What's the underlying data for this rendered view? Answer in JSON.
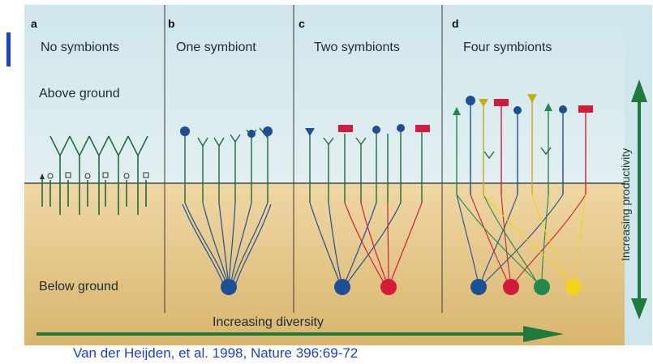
{
  "figure": {
    "panels": [
      {
        "letter": "a",
        "title": "No symbionts"
      },
      {
        "letter": "b",
        "title": "One symbiont"
      },
      {
        "letter": "c",
        "title": "Two symbionts"
      },
      {
        "letter": "d",
        "title": "Four symbionts"
      }
    ],
    "above_ground_label": "Above ground",
    "below_ground_label": "Below ground",
    "diversity_label": "Increasing diversity",
    "productivity_label": "Increasing productivity",
    "credit": "Van der Heijden, et al. 1998, Nature 396:69-72",
    "colors": {
      "sky": "#d6e9ee",
      "soil": "#e3c48a",
      "arrow": "#1e7a3a",
      "blue": "#1d4f94",
      "red": "#d31c3a",
      "green": "#1f8a4c",
      "yellow": "#f1d21c",
      "credit": "#1a3fd6"
    }
  }
}
